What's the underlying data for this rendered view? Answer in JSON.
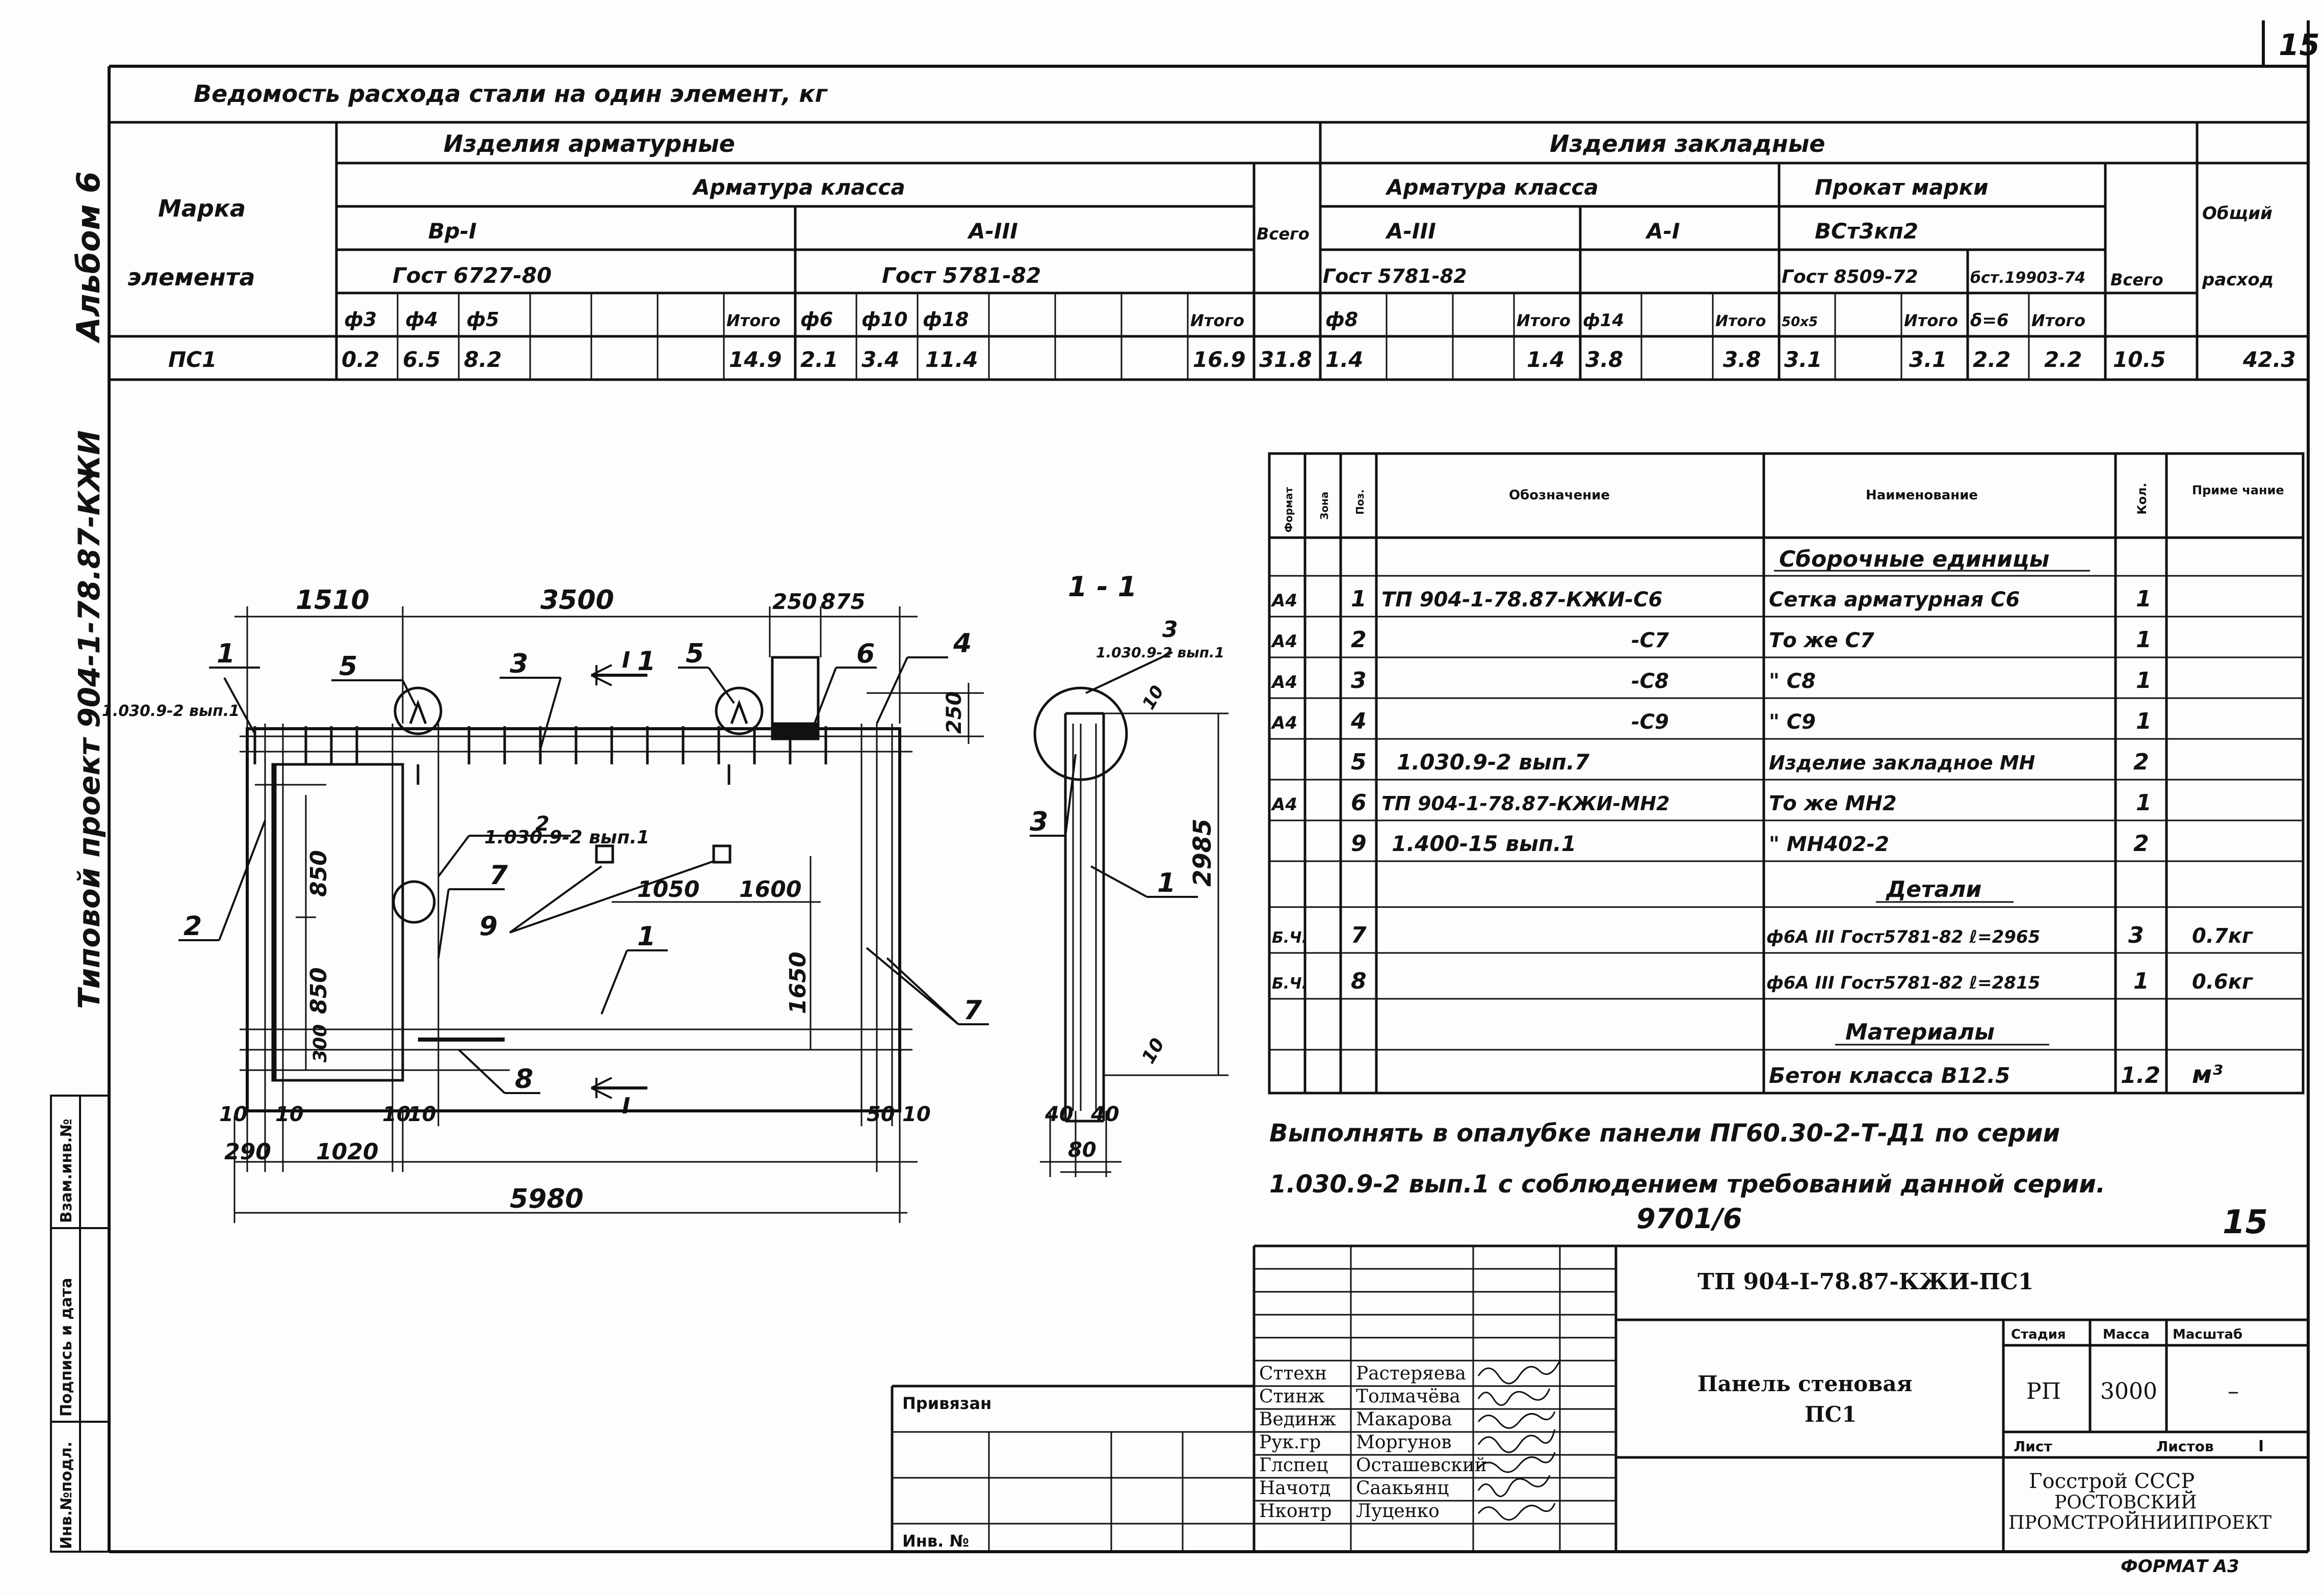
{
  "sheet_number": "15",
  "sheet_number_bottom": "15",
  "side_labels": {
    "album": "Альбом 6",
    "project": "Типовой проект 904-1-78.87-КЖИ"
  },
  "side_stamp": [
    "Инв.№подл.",
    "Подпись и дата",
    "Взам.инв.№"
  ],
  "steel_table": {
    "title": "Ведомость расхода стали на один элемент, кг",
    "mark_header": "Марка",
    "element_header": "элемента",
    "rebar_products": "Изделия арматурные",
    "embedded_products": "Изделия закладные",
    "rebar_class": "Арматура класса",
    "rebar_class_2": "Арматура класса",
    "rolled_grade": "Прокат марки",
    "total_label": "Всего",
    "total_label_2": "Всего",
    "overall": "Общий",
    "overall_2": "расход",
    "bp1": "Вр-I",
    "a3": "А-III",
    "a3b": "А-III",
    "a1": "А-I",
    "vst": "ВСт3кп2",
    "gost_bp": "Гост 6727-80",
    "gost_a3": "Гост 5781-82",
    "gost_a3b": "Гост 5781-82",
    "gost_8509": "Гост 8509-72",
    "gost_19903": "бст.19903-74",
    "sub_headers": [
      "ф3",
      "ф4",
      "ф5",
      "Итого",
      "ф6",
      "ф10",
      "ф18",
      "Итого",
      "ф8",
      "Итого",
      "ф14",
      "Итого",
      "50х5",
      "Итого",
      "δ=6",
      "Итого"
    ],
    "row": {
      "mark": "ПС1",
      "f3": "0.2",
      "f4": "6.5",
      "f5": "8.2",
      "bp_total": "14.9",
      "f6": "2.1",
      "f10": "3.4",
      "f18": "11.4",
      "a3_total": "16.9",
      "rebar_total": "31.8",
      "f8": "1.4",
      "f8_total": "1.4",
      "f14": "3.8",
      "f14_total": "3.8",
      "angle": "3.1",
      "angle_total": "3.1",
      "plate": "2.2",
      "plate_total": "2.2",
      "embedded_total": "10.5",
      "overall": "42.3"
    }
  },
  "drawing": {
    "dims": [
      "1510",
      "3500",
      "250",
      "875",
      "250",
      "850",
      "850",
      "300",
      "1050",
      "1600",
      "1650",
      "2985",
      "10",
      "10",
      "10",
      "50",
      "290",
      "1020",
      "5980",
      "10",
      "40",
      "40",
      "80",
      "10",
      "10",
      "10"
    ],
    "labels": [
      "1",
      "2",
      "3",
      "4",
      "5",
      "5",
      "6",
      "7",
      "7",
      "8",
      "9",
      "1",
      "2",
      "3",
      "1",
      "3",
      "1"
    ],
    "callout_a": "1.030.9-2 вып.1",
    "callout_b": "1.030.9-2 вып.1",
    "callout_c": "1.030.9-2 вып.1",
    "section_mark": "1 - 1",
    "cut_left": "I",
    "cut_right": "I"
  },
  "spec_table": {
    "headers": [
      "Формат",
      "Зона",
      "Поз.",
      "Обозначение",
      "Наименование",
      "Кол.",
      "Приме чание"
    ],
    "rows": [
      {
        "fmt": "",
        "pos": "",
        "designation": "",
        "name": "Сборочные единицы",
        "qty": "",
        "note": "",
        "section": true
      },
      {
        "fmt": "А4",
        "pos": "1",
        "designation": "ТП 904-1-78.87-КЖИ-С6",
        "name": "Сетка арматурная С6",
        "qty": "1",
        "note": ""
      },
      {
        "fmt": "А4",
        "pos": "2",
        "designation": "-С7",
        "name": "То же      С7",
        "qty": "1",
        "note": ""
      },
      {
        "fmt": "А4",
        "pos": "3",
        "designation": "-С8",
        "name": "\"          С8",
        "qty": "1",
        "note": ""
      },
      {
        "fmt": "А4",
        "pos": "4",
        "designation": "-С9",
        "name": "\"          С9",
        "qty": "1",
        "note": ""
      },
      {
        "fmt": "",
        "pos": "5",
        "designation": "1.030.9-2 вып.7",
        "name": "Изделие закладное МН",
        "qty": "2",
        "note": ""
      },
      {
        "fmt": "А4",
        "pos": "6",
        "designation": "ТП 904-1-78.87-КЖИ-МН2",
        "name": "То же      МН2",
        "qty": "1",
        "note": ""
      },
      {
        "fmt": "",
        "pos": "9",
        "designation": "1.400-15 вып.1",
        "name": "\"       МН402-2",
        "qty": "2",
        "note": ""
      },
      {
        "fmt": "",
        "pos": "",
        "designation": "",
        "name": "Детали",
        "qty": "",
        "note": "",
        "section": true
      },
      {
        "fmt": "Б.Ч.",
        "pos": "7",
        "designation": "",
        "name": "ф6А III Гост5781-82 ℓ=2965",
        "qty": "3",
        "note": "0.7кг"
      },
      {
        "fmt": "Б.Ч.",
        "pos": "8",
        "designation": "",
        "name": "ф6А III Гост5781-82 ℓ=2815",
        "qty": "1",
        "note": "0.6кг"
      },
      {
        "fmt": "",
        "pos": "",
        "designation": "",
        "name": "Материалы",
        "qty": "",
        "note": "",
        "section": true
      },
      {
        "fmt": "",
        "pos": "",
        "designation": "",
        "name": "Бетон класса В12.5",
        "qty": "1.2",
        "note": "м³"
      }
    ]
  },
  "note_text": {
    "line1": "Выполнять в опалубке панели ПГ60.30-2-Т-Д1 по серии",
    "line2": "1.030.9-2 вып.1 с соблюдением требований данной серии.",
    "inventory": "9701/6"
  },
  "title_block": {
    "code": "ТП  904-I-78.87-КЖИ-ПС1",
    "name_line1": "Панель  стеновая",
    "name_line2": "ПС1",
    "stage_label": "Стадия",
    "mass_label": "Масса",
    "scale_label": "Масштаб",
    "stage": "РП",
    "mass": "3000",
    "scale": "–",
    "sheet_label": "Лист",
    "sheets_label": "Листов",
    "sheets_value": "I",
    "org_line1": "Госстрой  СССР",
    "org_line2": "РОСТОВСКИЙ",
    "org_line3": "ПРОМСТРОЙНИИПРОЕКТ",
    "format": "ФОРМАТ А3",
    "privyazan": "Привязан",
    "inv_no": "Инв. №",
    "staff": [
      {
        "role": "Сттехн",
        "name": "Растеряева"
      },
      {
        "role": "Стинж",
        "name": "Толмачёва"
      },
      {
        "role": "Вединж",
        "name": "Макарова"
      },
      {
        "role": "Рук.гр",
        "name": "Моргунов"
      },
      {
        "role": "Глспец",
        "name": "Осташевский"
      },
      {
        "role": "Начотд",
        "name": "Саакьянц"
      },
      {
        "role": "Нконтр",
        "name": "Луценко"
      }
    ]
  }
}
